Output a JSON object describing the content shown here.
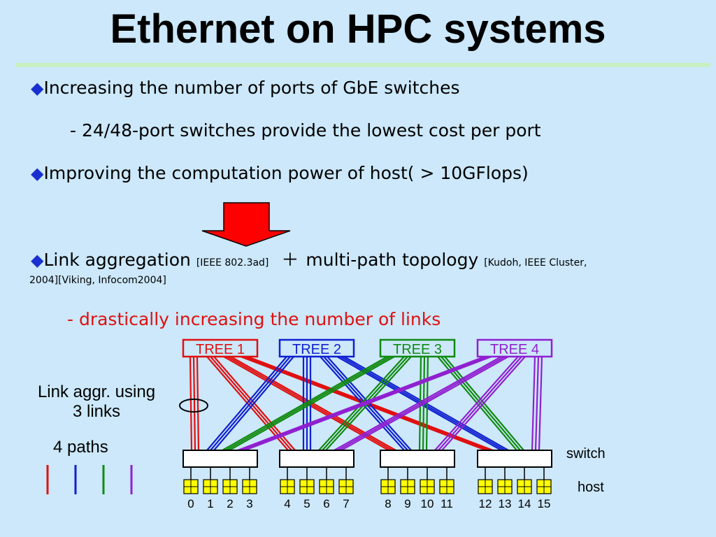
{
  "title": "Ethernet on HPC systems",
  "bullets": {
    "b1": "Increasing the number of ports of GbE switches",
    "b1_sub": "- 24/48-port switches provide the lowest cost per port",
    "b2": "Improving the computation power of host( > 10GFlops)",
    "b3_a": "Link aggregation ",
    "b3_ref1": "[IEEE 802.3ad]",
    "b3_plus": "＋",
    "b3_b": "multi-path topology ",
    "b3_ref2a": "[Kudoh, IEEE Cluster,",
    "b3_ref2b": "2004][Viking, Infocom2004]",
    "b3_sub": "- drastically increasing the number of links"
  },
  "bullet_marker": "◆",
  "diagram": {
    "trees": [
      {
        "label": "TREE 1",
        "color": "#e01010"
      },
      {
        "label": "TREE 2",
        "color": "#1020d0"
      },
      {
        "label": "TREE 3",
        "color": "#108a10"
      },
      {
        "label": "TREE 4",
        "color": "#9020d0"
      }
    ],
    "link_aggr_line1": "Link aggr. using",
    "link_aggr_line2": "3 links",
    "paths_label": "4 paths",
    "switch_label": "switch",
    "host_label": "host",
    "host_groups": [
      [
        "0",
        "1",
        "2",
        "3"
      ],
      [
        "4",
        "5",
        "6",
        "7"
      ],
      [
        "8",
        "9",
        "10",
        "11"
      ],
      [
        "12",
        "13",
        "14",
        "15"
      ]
    ],
    "host_color": "#ffff00",
    "arrow_color": "#ff0000"
  }
}
